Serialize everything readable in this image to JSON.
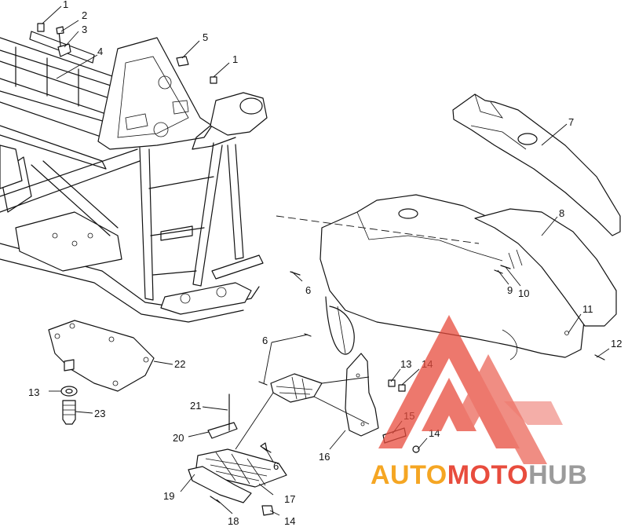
{
  "diagram": {
    "callouts": [
      {
        "id": "c-1a",
        "label": "1"
      },
      {
        "id": "c-2",
        "label": "2"
      },
      {
        "id": "c-3",
        "label": "3"
      },
      {
        "id": "c-4",
        "label": "4"
      },
      {
        "id": "c-5",
        "label": "5"
      },
      {
        "id": "c-1b",
        "label": "1"
      },
      {
        "id": "c-7",
        "label": "7"
      },
      {
        "id": "c-8",
        "label": "8"
      },
      {
        "id": "c-6a",
        "label": "6"
      },
      {
        "id": "c-9",
        "label": "9"
      },
      {
        "id": "c-10",
        "label": "10"
      },
      {
        "id": "c-11",
        "label": "11"
      },
      {
        "id": "c-12",
        "label": "12"
      },
      {
        "id": "c-6b",
        "label": "6"
      },
      {
        "id": "c-13a",
        "label": "13"
      },
      {
        "id": "c-14a",
        "label": "14"
      },
      {
        "id": "c-15",
        "label": "15"
      },
      {
        "id": "c-14b",
        "label": "14"
      },
      {
        "id": "c-16",
        "label": "16"
      },
      {
        "id": "c-22",
        "label": "22"
      },
      {
        "id": "c-13b",
        "label": "13"
      },
      {
        "id": "c-23",
        "label": "23"
      },
      {
        "id": "c-21",
        "label": "21"
      },
      {
        "id": "c-20",
        "label": "20"
      },
      {
        "id": "c-6c",
        "label": "6"
      },
      {
        "id": "c-19",
        "label": "19"
      },
      {
        "id": "c-17",
        "label": "17"
      },
      {
        "id": "c-18",
        "label": "18"
      },
      {
        "id": "c-14c",
        "label": "14"
      }
    ]
  },
  "watermark": {
    "part1": "AUTO",
    "part2": "MOTO",
    "part3": "HUB",
    "color_primary": "#f5a623",
    "color_secondary": "#e84c3d",
    "color_tertiary": "#9b9b9b"
  }
}
